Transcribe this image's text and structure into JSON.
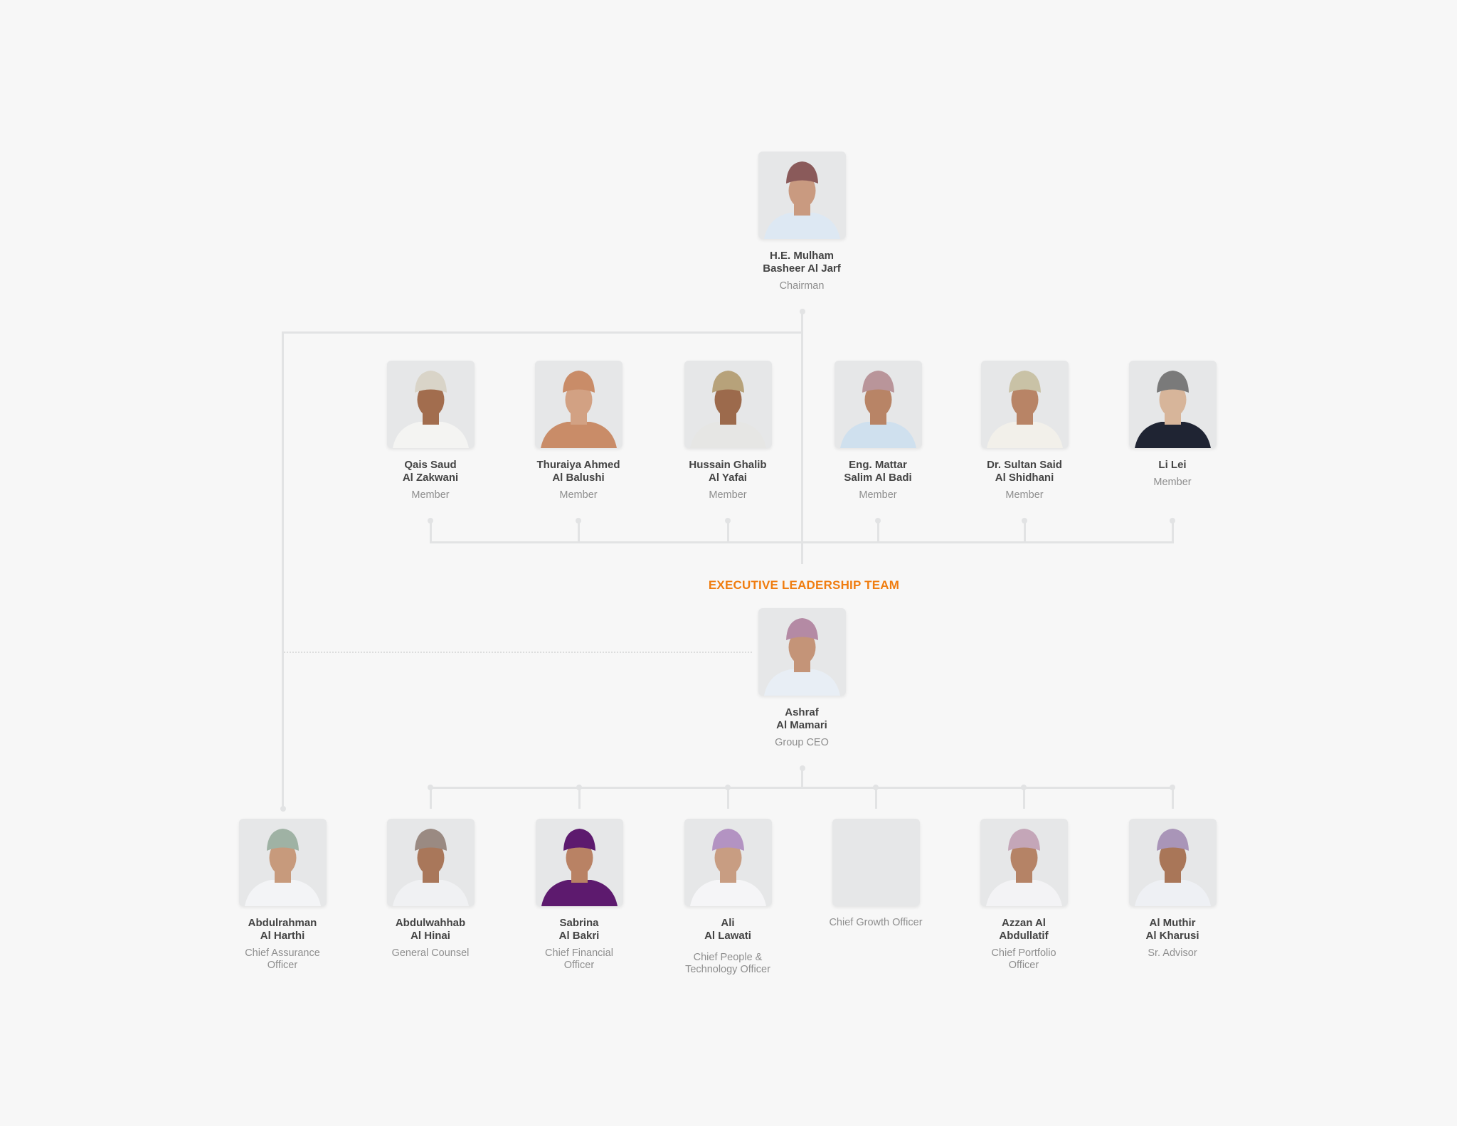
{
  "chairman": {
    "name_line1": "H.E. Mulham",
    "name_line2": "Basheer Al Jarf",
    "role": "Chairman"
  },
  "board_members": [
    {
      "name_line1": "Qais Saud",
      "name_line2": "Al Zakwani",
      "role": "Member",
      "turban": "#d9d4c8",
      "skin": "#a26d4e",
      "robe": "#f4f4f2"
    },
    {
      "name_line1": "Thuraiya Ahmed",
      "name_line2": "Al Balushi",
      "role": "Member",
      "turban": "#c98c68",
      "skin": "#d2a183",
      "robe": "#c98c68"
    },
    {
      "name_line1": "Hussain Ghalib",
      "name_line2": "Al Yafai",
      "role": "Member",
      "turban": "#b7a27a",
      "skin": "#9c6a4c",
      "robe": "#e6e6e4"
    },
    {
      "name_line1": "Eng. Mattar",
      "name_line2": "Salim Al Badi",
      "role": "Member",
      "turban": "#b9959a",
      "skin": "#b88466",
      "robe": "#cfe0ee"
    },
    {
      "name_line1": "Dr. Sultan Said",
      "name_line2": "Al Shidhani",
      "role": "Member",
      "turban": "#c9c2a6",
      "skin": "#b88466",
      "robe": "#f2f0ea"
    },
    {
      "name_line1": "Li Lei",
      "name_line2": "",
      "role": "Member",
      "turban": "#7a7a7a",
      "skin": "#d7b59a",
      "robe": "#1f2433"
    }
  ],
  "exec_section_title": "EXECUTIVE LEADERSHIP TEAM",
  "ceo": {
    "name_line1": "Ashraf",
    "name_line2": "Al Mamari",
    "role": "Group CEO"
  },
  "executives": [
    {
      "name_line1": "Abdulrahman",
      "name_line2": "Al Harthi",
      "role_line1": "Chief Assurance",
      "role_line2": "Officer",
      "turban": "#9fb2a4",
      "skin": "#c79a7c",
      "robe": "#f3f4f6",
      "photo": true
    },
    {
      "name_line1": "Abdulwahhab",
      "name_line2": "Al Hinai",
      "role_line1": "General Counsel",
      "role_line2": "",
      "turban": "#9a8a82",
      "skin": "#a9775a",
      "robe": "#f0f1f3",
      "photo": true
    },
    {
      "name_line1": "Sabrina",
      "name_line2": "Al Bakri",
      "role_line1": "Chief Financial",
      "role_line2": "Officer",
      "turban": "#5d1a6e",
      "skin": "#b98264",
      "robe": "#5d1a6e",
      "photo": true
    },
    {
      "name_line1": "Ali",
      "name_line2": "Al Lawati",
      "role_line1": "Chief People &",
      "role_line2": "Technology Officer",
      "turban": "#b393c2",
      "skin": "#c89d82",
      "robe": "#f5f5f7",
      "photo": true
    },
    {
      "name_line1": "",
      "name_line2": "",
      "role_line1": "Chief Growth Officer",
      "role_line2": "",
      "photo": false
    },
    {
      "name_line1": "Azzan Al",
      "name_line2": "Abdullatif",
      "role_line1": "Chief Portfolio",
      "role_line2": "Officer",
      "turban": "#c4a6b8",
      "skin": "#b58366",
      "robe": "#f3f3f5",
      "photo": true
    },
    {
      "name_line1": "Al Muthir",
      "name_line2": "Al Kharusi",
      "role_line1": "Sr. Advisor",
      "role_line2": "",
      "turban": "#a995b8",
      "skin": "#a97658",
      "robe": "#eef0f4",
      "photo": true
    }
  ],
  "colors": {
    "accent": "#f07d10",
    "line": "#e2e3e4",
    "background": "#f7f7f7"
  }
}
